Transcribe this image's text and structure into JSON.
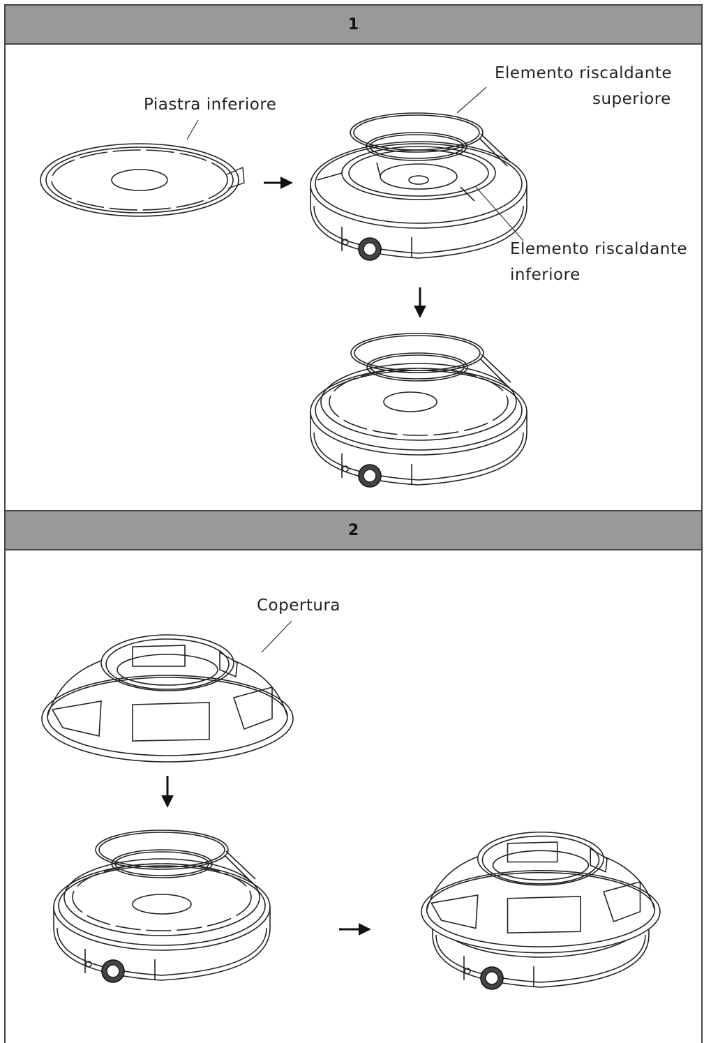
{
  "steps": [
    {
      "number": "1"
    },
    {
      "number": "2"
    }
  ],
  "labels": {
    "bottom_plate": "Piastra inferiore",
    "upper_element_line1": "Elemento riscaldante",
    "upper_element_line2": "superiore",
    "lower_element_line1": "Elemento riscaldante",
    "lower_element_line2": "inferiore",
    "cover": "Copertura"
  }
}
